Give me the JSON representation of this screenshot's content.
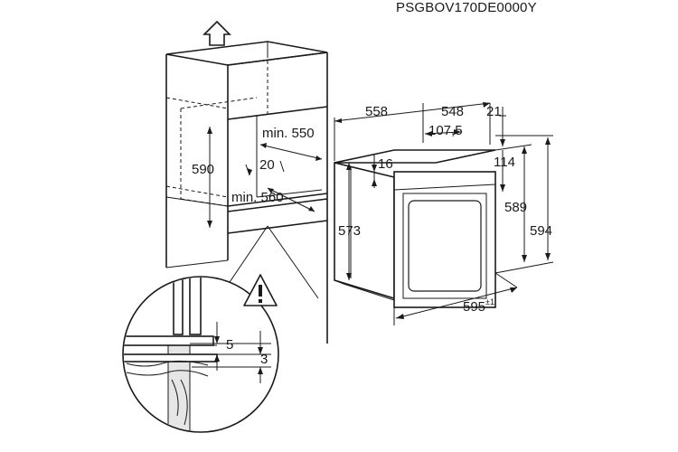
{
  "model_code": "PSGBOV170DE0000Y",
  "cabinet": {
    "min_width": "min. 550",
    "min_depth": "min. 560",
    "opening_height": "590",
    "gap": "20"
  },
  "oven": {
    "overall_depth": "558",
    "body_depth": "548",
    "door_thickness": "21",
    "panel_depth": "107,5",
    "top_offset": "16",
    "panel_height": "114",
    "body_height": "573",
    "inner_height": "589",
    "overall_height": "594",
    "width": "595",
    "width_tolerance": "±1"
  },
  "detail": {
    "gap_top": "5",
    "gap_bottom": "3"
  },
  "icons": [
    "up-arrow-icon",
    "warning-icon"
  ]
}
